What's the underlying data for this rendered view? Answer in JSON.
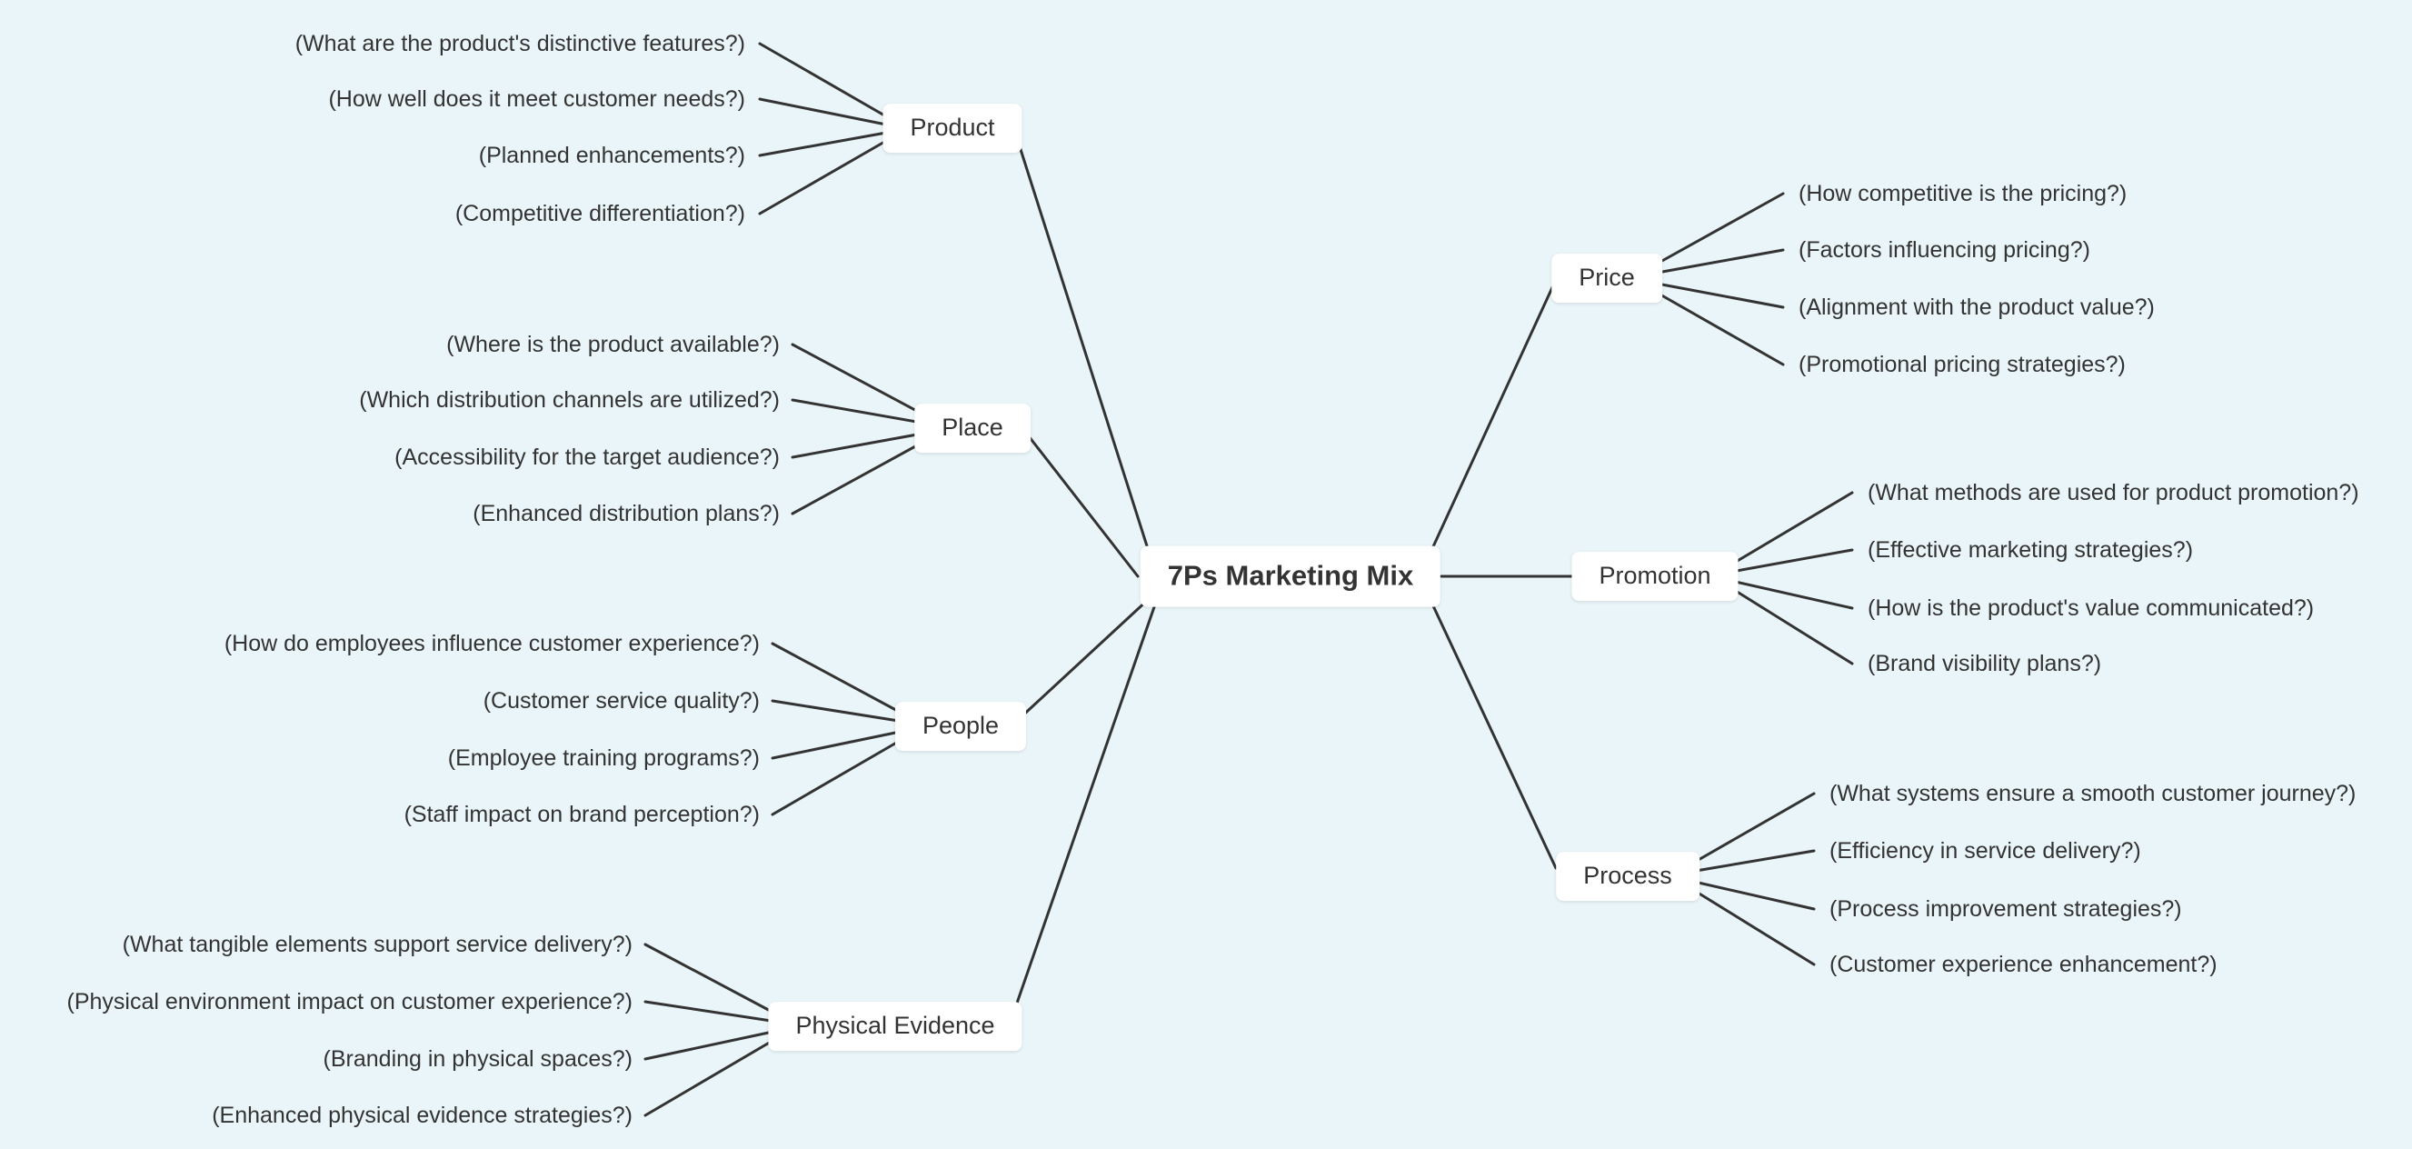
{
  "colors": {
    "background": "#e9f5f8",
    "line": "#333333",
    "node_background": "#ffffff",
    "text": "#333333"
  },
  "root": {
    "label": "7Ps Marketing Mix"
  },
  "branches": [
    {
      "label": "Product",
      "side": "left",
      "leaves": [
        "(What are the product's distinctive features?)",
        "(How well does it meet customer needs?)",
        "(Planned enhancements?)",
        "(Competitive differentiation?)"
      ]
    },
    {
      "label": "Place",
      "side": "left",
      "leaves": [
        "(Where is the product available?)",
        "(Which distribution channels are utilized?)",
        "(Accessibility for the target audience?)",
        "(Enhanced distribution plans?)"
      ]
    },
    {
      "label": "People",
      "side": "left",
      "leaves": [
        "(How do employees influence customer experience?)",
        "(Customer service quality?)",
        "(Employee training programs?)",
        "(Staff impact on brand perception?)"
      ]
    },
    {
      "label": "Physical Evidence",
      "side": "left",
      "leaves": [
        "(What tangible elements support service delivery?)",
        "(Physical environment impact on customer experience?)",
        "(Branding in physical spaces?)",
        "(Enhanced physical evidence strategies?)"
      ]
    },
    {
      "label": "Price",
      "side": "right",
      "leaves": [
        "(How competitive is the pricing?)",
        "(Factors influencing pricing?)",
        "(Alignment with the product value?)",
        "(Promotional pricing strategies?)"
      ]
    },
    {
      "label": "Promotion",
      "side": "right",
      "leaves": [
        "(What methods are used for product promotion?)",
        "(Effective marketing strategies?)",
        "(How is the product's value communicated?)",
        "(Brand visibility plans?)"
      ]
    },
    {
      "label": "Process",
      "side": "right",
      "leaves": [
        "(What systems ensure a smooth customer journey?)",
        "(Efficiency in service delivery?)",
        "(Process improvement strategies?)",
        "(Customer experience enhancement?)"
      ]
    }
  ]
}
